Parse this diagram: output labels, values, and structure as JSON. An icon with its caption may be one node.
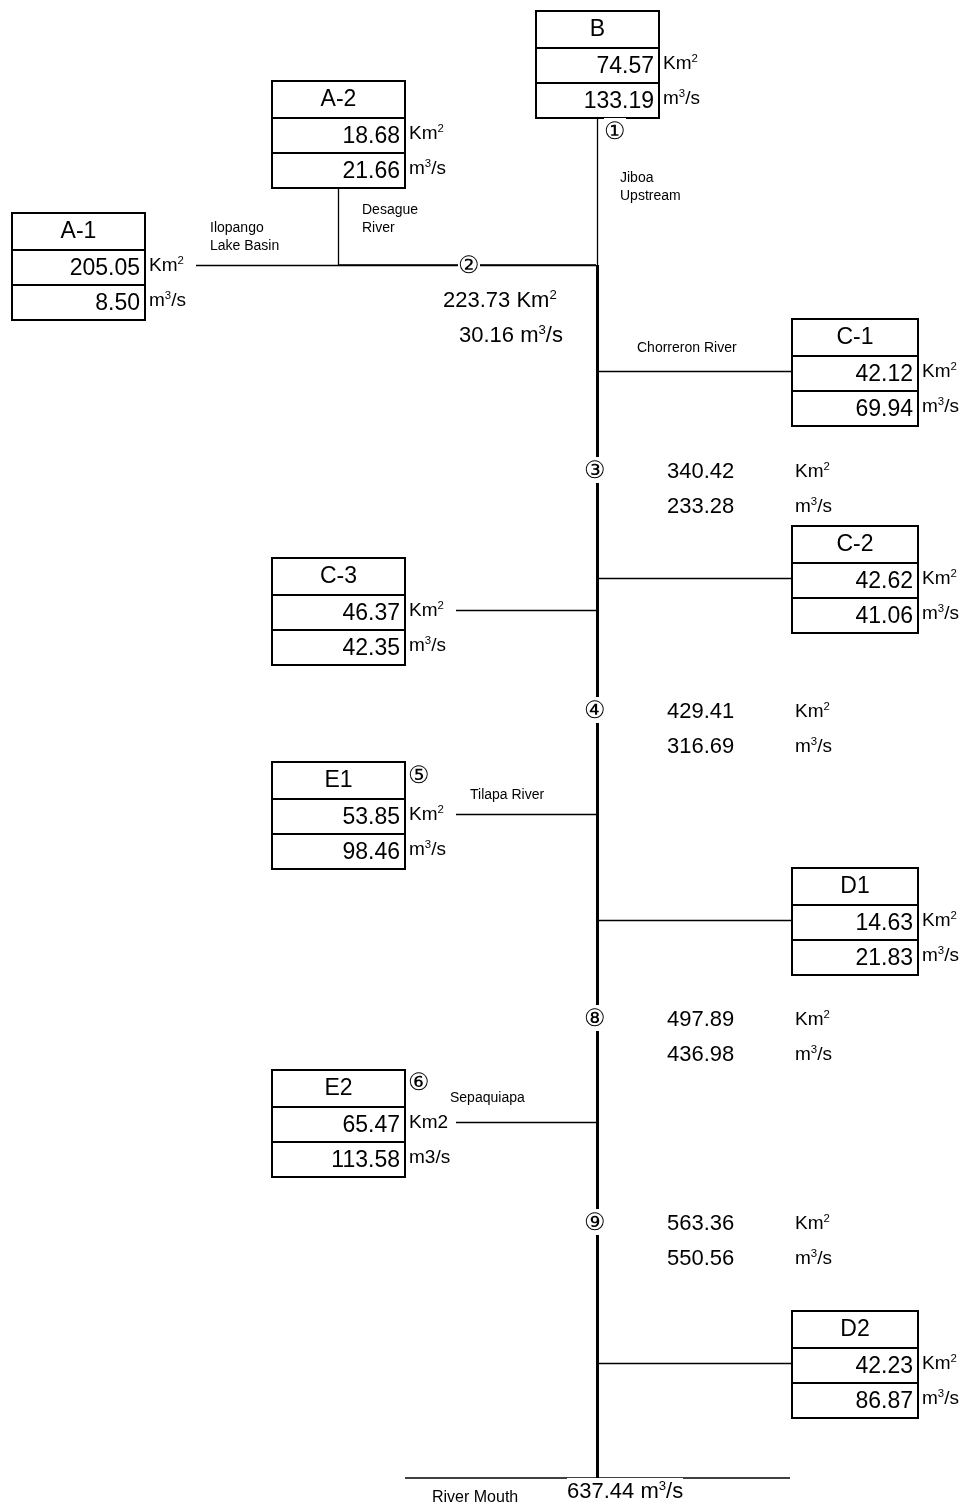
{
  "diagram": {
    "nodes": [
      {
        "text": [
          "B",
          "74.57",
          "133.19"
        ],
        "beside": [
          "Km$^{2}$",
          "m$^{3}$/s"
        ]
      },
      {
        "text": [
          "A-2",
          "18.68",
          "21.66"
        ],
        "beside": [
          "Km$^{2}$",
          "m$^{3}$/s"
        ]
      },
      {
        "text": [
          "A-1",
          "205.05",
          "8.50"
        ],
        "beside": [
          "Km$^{2}$",
          "m$^{3}$/s"
        ]
      },
      {
        "text": [],
        "shape": "bar"
      },
      {
        "text": [
          "C-1",
          "42.12",
          "69.94"
        ],
        "beside": [
          "Km$^{2}$",
          "m$^{3}$/s"
        ]
      },
      {
        "text": [
          "C-2",
          "42.62",
          "41.06"
        ],
        "beside": [
          "Km$^{2}$",
          "m$^{3}$/s"
        ]
      },
      {
        "text": [
          "C-3",
          "46.37",
          "42.35"
        ],
        "beside": [
          "Km$^{2}$",
          "m$^{3}$/s"
        ]
      },
      {
        "text": [
          "E1",
          "53.85",
          "98.46"
        ],
        "beside": [
          "Km$^{2}$",
          "m$^{3}$/s"
        ]
      },
      {
        "text": [
          "D1",
          "14.63",
          "21.83"
        ],
        "beside": [
          "Km$^{2}$",
          "m$^{3}$/s"
        ]
      },
      {
        "text": [
          "E2",
          "65.47",
          "113.58"
        ],
        "beside": [
          "Km2",
          "m3/s"
        ]
      },
      {
        "text": [
          "D2",
          "42.23",
          "86.87"
        ],
        "beside": [
          "Km$^{2}$",
          "m$^{3}$/s"
        ]
      }
    ],
    "edges": [
      {
        "from": 0,
        "to": 3,
        "arrow": "none",
        "label": "Jiboa Upstream"
      },
      {
        "from": 1,
        "to": 3,
        "arrow": "none",
        "label": "Desague River"
      },
      {
        "from": 2,
        "to": 3,
        "arrow": "none",
        "label": "Ilopango Lake Basin"
      },
      {
        "from": 4,
        "to": 3,
        "arrow": "none",
        "label": "Chorreron River"
      },
      {
        "from": 5,
        "to": 3,
        "arrow": "none"
      },
      {
        "from": 6,
        "to": 3,
        "arrow": "none"
      },
      {
        "from": 7,
        "to": 3,
        "arrow": "none",
        "label": "Tilapa River"
      },
      {
        "from": 8,
        "to": 3,
        "arrow": "none"
      },
      {
        "from": 9,
        "to": 3,
        "arrow": "none",
        "label": "Sepaquiapa"
      },
      {
        "from": 10,
        "to": 3,
        "arrow": "none"
      }
    ],
    "labels": [
      "①",
      "②",
      "223.73 Km$^{2}$",
      "30.16 m$^{3}$/s",
      "③",
      "340.42",
      "Km$^{2}$",
      "233.28",
      "m$^{3}$/s",
      "④",
      "429.41",
      "Km$^{2}$",
      "316.69",
      "m$^{3}$/s",
      "⑤",
      "⑧",
      "497.89",
      "Km$^{2}$",
      "436.98",
      "m$^{3}$/s",
      "⑥",
      "⑨",
      "563.36",
      "Km$^{2}$",
      "550.56",
      "m$^{3}$/s",
      "River Mouth",
      "637.44 m$^{3}$/s"
    ]
  }
}
